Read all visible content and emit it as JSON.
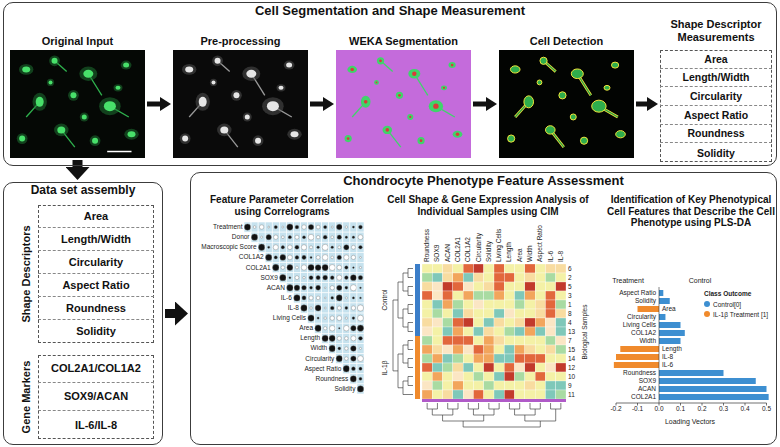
{
  "diagram": {
    "nodes": [
      {
        "text": [
          "Cell Segmentation and Shape Measurement"
        ]
      },
      {
        "text": [
          "Original Input"
        ],
        "in": 0
      },
      {
        "text": [
          "Pre-processing"
        ],
        "in": 0
      },
      {
        "text": [
          "WEKA Segmentation"
        ],
        "in": 0
      },
      {
        "text": [
          "Cell Detection"
        ],
        "in": 0
      },
      {
        "text": [
          "Shape Descriptor Measurements"
        ],
        "in": 0
      },
      {
        "text": [
          "Area"
        ],
        "in": 5
      },
      {
        "text": [
          "Length/Width"
        ],
        "in": 5
      },
      {
        "text": [
          "Circularity"
        ],
        "in": 5
      },
      {
        "text": [
          "Aspect Ratio"
        ],
        "in": 5
      },
      {
        "text": [
          "Roundness"
        ],
        "in": 5
      },
      {
        "text": [
          "Solidity"
        ],
        "in": 5
      },
      {
        "text": [
          "Data set assembly"
        ]
      },
      {
        "text": [
          "Shape Descriptors"
        ],
        "in": 12
      },
      {
        "text": [
          "Area"
        ],
        "in": 13
      },
      {
        "text": [
          "Length/Width"
        ],
        "in": 13
      },
      {
        "text": [
          "Circularity"
        ],
        "in": 13
      },
      {
        "text": [
          "Aspect Ratio"
        ],
        "in": 13
      },
      {
        "text": [
          "Roundness"
        ],
        "in": 13
      },
      {
        "text": [
          "Solidity"
        ],
        "in": 13
      },
      {
        "text": [
          "Gene Markers"
        ],
        "in": 12
      },
      {
        "text": [
          "COL2A1/COL1A2"
        ],
        "in": 20
      },
      {
        "text": [
          "SOX9/ACAN"
        ],
        "in": 20
      },
      {
        "text": [
          "IL-6/IL-8"
        ],
        "in": 20
      },
      {
        "text": [
          "Chondrocyte Phenotype Feature Assessment"
        ]
      },
      {
        "text": [
          "Feature Parameter Correlation using Correlograms"
        ],
        "in": 24
      },
      {
        "text": [
          "Cell Shape & Gene Expression Analysis of Individual Samples using CIM"
        ],
        "in": 24
      },
      {
        "text": [
          "Identification of Key Phenotypical Cell Features that Describe the Cell Phenotype using PLS-DA"
        ],
        "in": 24
      }
    ],
    "edges": [
      {
        "from": 1,
        "to": 2,
        "arrow": "to"
      },
      {
        "from": 2,
        "to": 3,
        "arrow": "to"
      },
      {
        "from": 3,
        "to": 4,
        "arrow": "to"
      },
      {
        "from": 4,
        "to": 5,
        "arrow": "to"
      },
      {
        "from": 1,
        "to": 12,
        "arrow": "to"
      },
      {
        "from": 12,
        "to": 24,
        "arrow": "to"
      }
    ],
    "labels": [
      "Treatment",
      "Donor",
      "Macroscopic Score",
      "COL1A2",
      "COL2A1",
      "SOX9",
      "ACAN",
      "IL-6",
      "IL-8",
      "Living Cells",
      "Area",
      "Length",
      "Width",
      "Circularity",
      "Aspect Ratio",
      "Roundness",
      "Solidity",
      "Roundness",
      "SOX9",
      "ACAN",
      "COL2A1",
      "COL1A2",
      "Circularity",
      "Solidity",
      "Living Cells",
      "Length",
      "Area",
      "Width",
      "Aspect Ratio",
      "IL-6",
      "IL-8",
      "6",
      "2",
      "5",
      "3",
      "1",
      "8",
      "4",
      "13",
      "7",
      "15",
      "14",
      "12",
      "10",
      "9",
      "11",
      "Biological Samples",
      "Control",
      "IL-1β",
      "Treatment",
      "Control",
      "Class Outcome",
      "Aspect Ratio",
      "Solidity",
      "Area",
      "Circularity",
      "Living Cells",
      "COL1A2",
      "Width",
      "Length",
      "IL-8",
      "IL-6",
      "Roundness",
      "SOX9",
      "ACAN",
      "COL2A1",
      "-0.2",
      "-0.1",
      "0.0",
      "0.1",
      "0.2",
      "0.3",
      "0.4",
      "0.5",
      "Loading Vectors"
    ],
    "legend": [
      {
        "text": "Control[0]",
        "color": "#3d8fd1"
      },
      {
        "text": "IL-1β Treatment [1]",
        "color": "#f08a2c"
      }
    ]
  }
}
